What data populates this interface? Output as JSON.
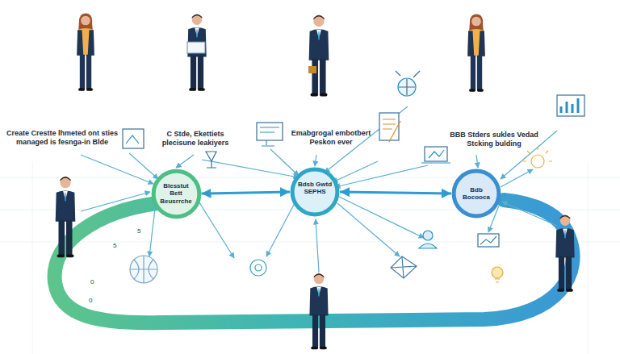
{
  "diagram": {
    "nodes": [
      {
        "text": [
          "Blesstut Bett Beusrrche"
        ]
      },
      {
        "text": [
          "Bdsb Gwtd SEPHS"
        ]
      },
      {
        "text": [
          "Bdb Bocooca"
        ]
      }
    ],
    "edges": [
      {
        "from": 0,
        "to": 1,
        "arrow": "both"
      },
      {
        "from": 1,
        "to": 2,
        "arrow": "both"
      }
    ],
    "labels": [
      "Create Crestte lhmeted ont sties managed is fesnga-in Blde",
      "C Stde, Ekettiets plecisune leakiyers",
      "Emabgrogal embotbert Peskon ever",
      "BBB Stders sukles Vedad Stcking bulding",
      "5",
      "5",
      "0",
      "0"
    ]
  }
}
